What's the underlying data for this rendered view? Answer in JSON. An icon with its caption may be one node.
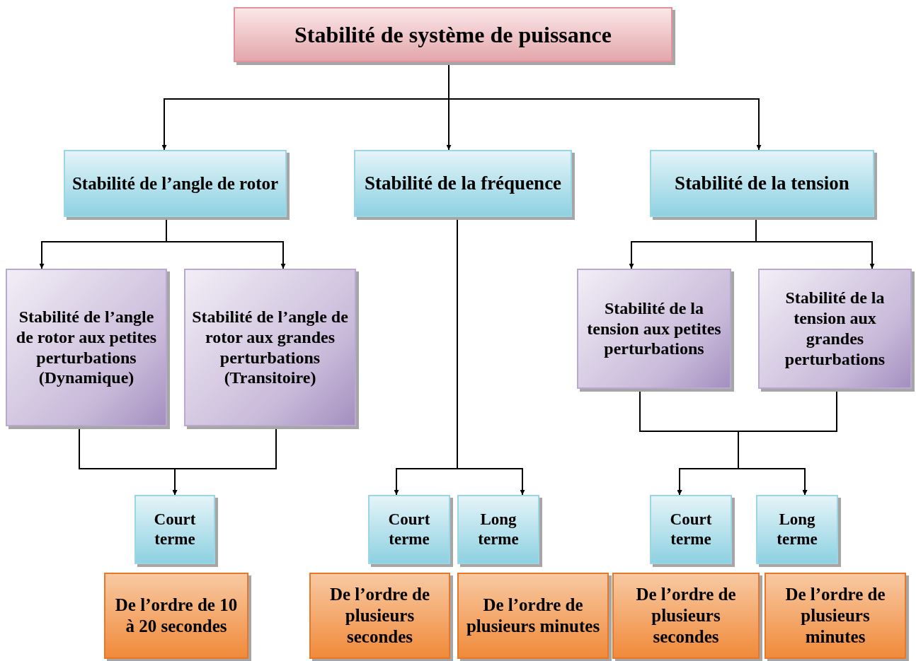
{
  "diagram": {
    "nodes": [
      {
        "text": [
          "Stabilité de système de puissance"
        ]
      },
      {
        "text": [
          "Stabilité de l’angle de rotor"
        ]
      },
      {
        "text": [
          "Stabilité de la fréquence"
        ]
      },
      {
        "text": [
          "Stabilité de la tension"
        ]
      },
      {
        "text": [
          "Stabilité de l’angle de rotor aux petites perturbations (Dynamique)"
        ]
      },
      {
        "text": [
          "Stabilité de l’angle de rotor aux grandes perturbations (Transitoire)"
        ]
      },
      {
        "text": [
          "Stabilité de la tension aux petites perturbations"
        ]
      },
      {
        "text": [
          "Stabilité de la tension aux grandes perturbations"
        ]
      },
      {
        "text": [
          "Court terme"
        ]
      },
      {
        "text": [
          "Court terme"
        ]
      },
      {
        "text": [
          "Long terme"
        ]
      },
      {
        "text": [
          "Court terme"
        ]
      },
      {
        "text": [
          "Long terme"
        ]
      },
      {
        "text": [
          "De l’ordre de 10 à 20 secondes"
        ]
      },
      {
        "text": [
          "De l’ordre de plusieurs secondes"
        ]
      },
      {
        "text": [
          "De l’ordre de plusieurs minutes"
        ]
      },
      {
        "text": [
          "De l’ordre de plusieurs secondes"
        ]
      },
      {
        "text": [
          "De l’ordre de plusieurs minutes"
        ]
      }
    ],
    "edges": [
      {
        "from": 0,
        "to": 1,
        "arrow": "to"
      },
      {
        "from": 0,
        "to": 2,
        "arrow": "to"
      },
      {
        "from": 0,
        "to": 3,
        "arrow": "to"
      },
      {
        "from": 1,
        "to": 4,
        "arrow": "to"
      },
      {
        "from": 1,
        "to": 5,
        "arrow": "to"
      },
      {
        "from": 3,
        "to": 6,
        "arrow": "to"
      },
      {
        "from": 3,
        "to": 7,
        "arrow": "to"
      },
      {
        "from": 4,
        "to": 8,
        "arrow": "to"
      },
      {
        "from": 5,
        "to": 8,
        "arrow": "to"
      },
      {
        "from": 2,
        "to": 9,
        "arrow": "to"
      },
      {
        "from": 2,
        "to": 10,
        "arrow": "to"
      },
      {
        "from": 6,
        "to": 11,
        "arrow": "to"
      },
      {
        "from": 6,
        "to": 12,
        "arrow": "to"
      },
      {
        "from": 7,
        "to": 11,
        "arrow": "to"
      },
      {
        "from": 7,
        "to": 12,
        "arrow": "to"
      }
    ]
  }
}
